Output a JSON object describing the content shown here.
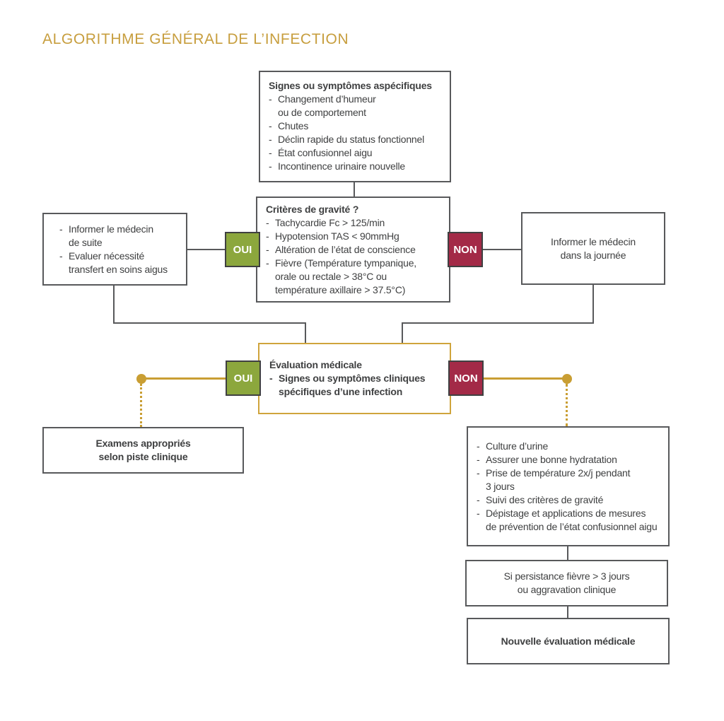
{
  "title": "ALGORITHME GÉNÉRAL DE L’INFECTION",
  "list_marker": "-",
  "badges": {
    "oui": "OUI",
    "non": "NON"
  },
  "colors": {
    "gold": "#c99e33",
    "green": "#8ca73d",
    "crimson": "#a32a47",
    "box_border": "#58595b",
    "text": "#3f4041"
  },
  "boxes": {
    "aspecific": {
      "title": "Signes ou symptômes aspécifiques",
      "items": [
        "Changement d’humeur\nou de comportement",
        "Chutes",
        "Déclin rapide du status fonctionnel",
        "État confusionnel aigu",
        "Incontinence urinaire nouvelle"
      ]
    },
    "gravity": {
      "title": "Critères de gravité ?",
      "items": [
        "Tachycardie Fc > 125/min",
        "Hypotension TAS < 90mmHg",
        "Altération de l’état de conscience",
        "Fièvre (Température tympanique,\norale ou rectale > 38°C ou\ntempérature axillaire > 37.5°C)"
      ]
    },
    "inform_now": {
      "items": [
        "Informer le médecin\nde suite",
        "Evaluer nécessité\ntransfert en soins aigus"
      ]
    },
    "inform_day": {
      "text": "Informer le médecin\ndans la journée"
    },
    "evaluation": {
      "title": "Évaluation médicale",
      "items": [
        "Signes ou symptômes cliniques\nspécifiques d’une infection"
      ]
    },
    "exams": {
      "text": "Examens appropriés\nselon piste clinique"
    },
    "measures": {
      "items": [
        "Culture d’urine",
        "Assurer une bonne hydratation",
        "Prise de température 2x/j pendant\n3 jours",
        "Suivi des critères de gravité",
        "Dépistage et applications de mesures\nde prévention de l’état confusionnel aigu"
      ]
    },
    "persistence": {
      "text": "Si persistance fièvre > 3 jours\nou aggravation clinique"
    },
    "reevaluation": {
      "text": "Nouvelle évaluation médicale"
    }
  }
}
